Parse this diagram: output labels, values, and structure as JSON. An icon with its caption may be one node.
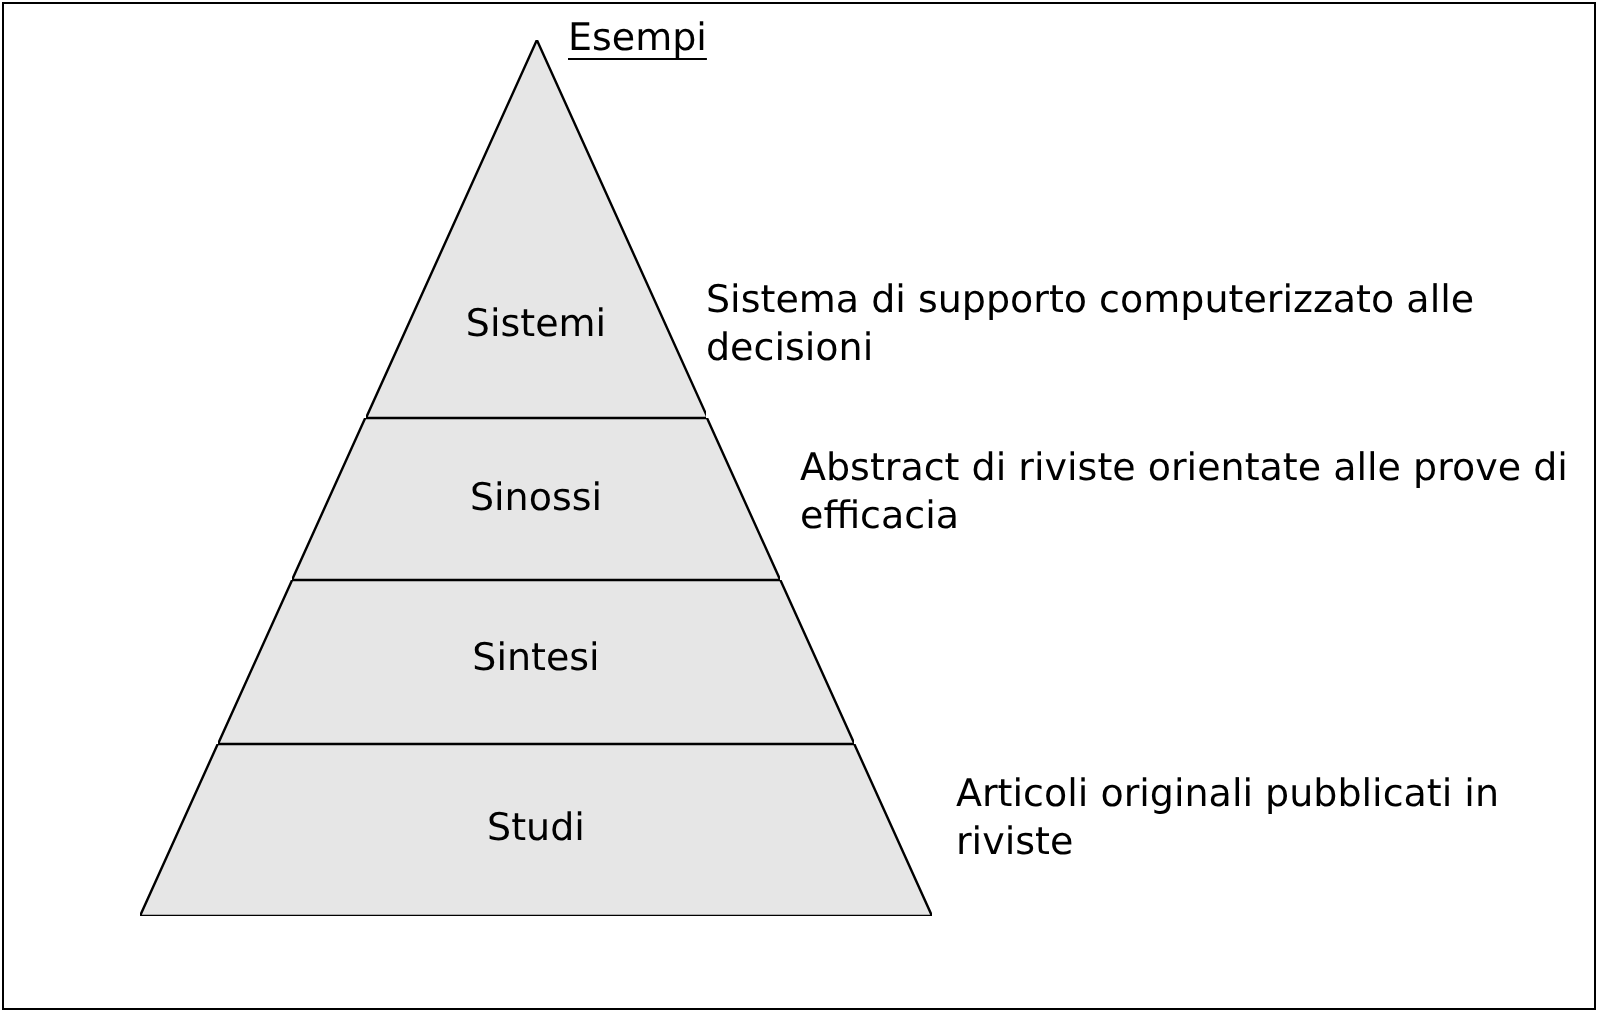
{
  "diagram": {
    "nodes": [
      {
        "text": [
          "Sistemi"
        ],
        "beside": [
          "Sistema di supporto computerizzato alle decisioni"
        ]
      },
      {
        "text": [
          "Sinossi"
        ],
        "beside": [
          "Abstract di riviste orientate alle prove di efficacia"
        ]
      },
      {
        "text": [
          "Sintesi"
        ]
      },
      {
        "text": [
          "Studi"
        ],
        "beside": [
          "Articoli originali pubblicati in riviste"
        ]
      }
    ],
    "labels": [
      "Esempi"
    ]
  }
}
